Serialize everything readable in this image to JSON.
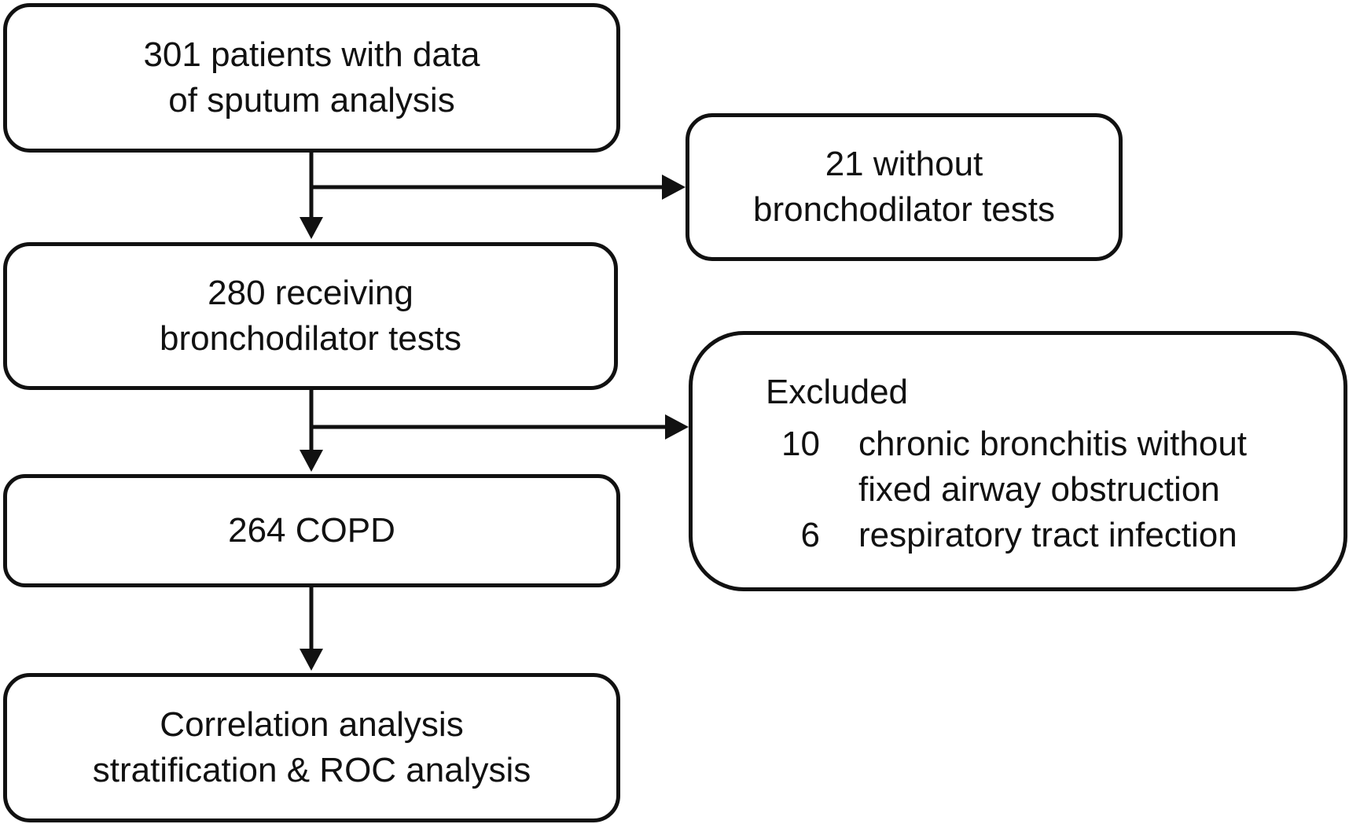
{
  "flowchart": {
    "start": {
      "lines": [
        "301 patients with data",
        "of sputum analysis"
      ]
    },
    "exclusion_no_bd": {
      "lines": [
        "21 without",
        "bronchodilator tests"
      ]
    },
    "bd_tests": {
      "lines": [
        "280 receiving",
        "bronchodilator tests"
      ]
    },
    "excluded": {
      "title": "Excluded",
      "items": [
        {
          "count": "10",
          "lines": [
            "chronic bronchitis without",
            "fixed airway obstruction"
          ]
        },
        {
          "count": "6",
          "lines": [
            "respiratory tract infection"
          ]
        }
      ]
    },
    "copd": {
      "lines": [
        "264 COPD"
      ]
    },
    "analysis": {
      "lines": [
        "Correlation analysis",
        "stratification & ROC analysis"
      ]
    }
  },
  "colors": {
    "stroke": "#111111",
    "background": "#ffffff"
  }
}
